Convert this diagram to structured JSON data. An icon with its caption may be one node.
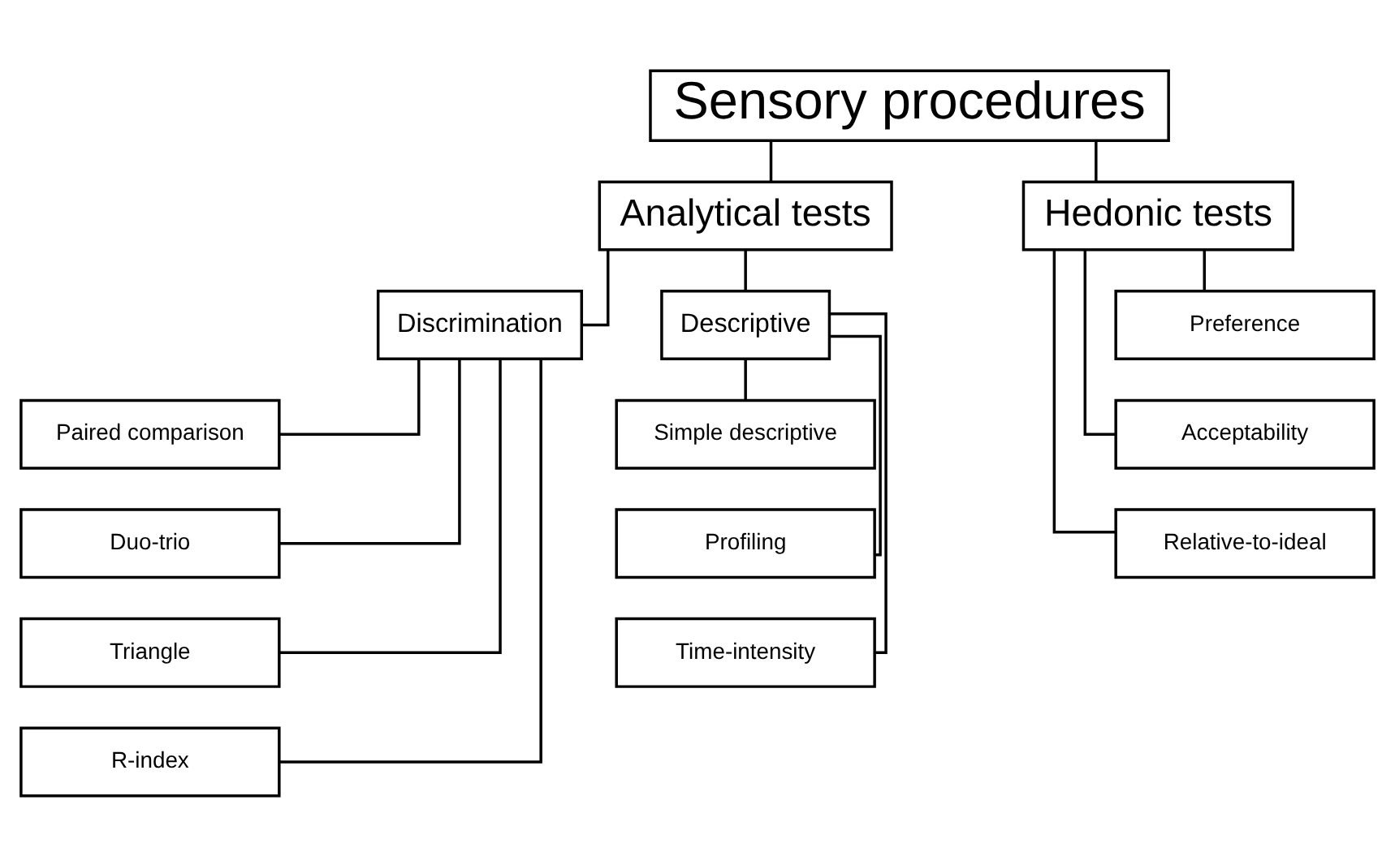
{
  "diagram": {
    "nodes": [
      {
        "text": [
          "Sensory procedures"
        ]
      },
      {
        "text": [
          "Analytical tests"
        ]
      },
      {
        "text": [
          "Hedonic tests"
        ]
      },
      {
        "text": [
          "Discrimination"
        ]
      },
      {
        "text": [
          "Descriptive"
        ]
      },
      {
        "text": [
          "Paired comparison"
        ]
      },
      {
        "text": [
          "Duo-trio"
        ]
      },
      {
        "text": [
          "Triangle"
        ]
      },
      {
        "text": [
          "R-index"
        ]
      },
      {
        "text": [
          "Simple descriptive"
        ]
      },
      {
        "text": [
          "Profiling"
        ]
      },
      {
        "text": [
          "Time-intensity"
        ]
      },
      {
        "text": [
          "Preference"
        ]
      },
      {
        "text": [
          "Acceptability"
        ]
      },
      {
        "text": [
          "Relative-to-ideal"
        ]
      }
    ],
    "edges": [
      {
        "from": 0,
        "to": 1,
        "arrow": "none"
      },
      {
        "from": 0,
        "to": 2,
        "arrow": "none"
      },
      {
        "from": 1,
        "to": 3,
        "arrow": "none"
      },
      {
        "from": 1,
        "to": 4,
        "arrow": "none"
      },
      {
        "from": 3,
        "to": 5,
        "arrow": "none"
      },
      {
        "from": 3,
        "to": 6,
        "arrow": "none"
      },
      {
        "from": 3,
        "to": 7,
        "arrow": "none"
      },
      {
        "from": 3,
        "to": 8,
        "arrow": "none"
      },
      {
        "from": 4,
        "to": 9,
        "arrow": "none"
      },
      {
        "from": 4,
        "to": 10,
        "arrow": "none"
      },
      {
        "from": 4,
        "to": 11,
        "arrow": "none"
      },
      {
        "from": 2,
        "to": 12,
        "arrow": "none"
      },
      {
        "from": 2,
        "to": 13,
        "arrow": "none"
      },
      {
        "from": 2,
        "to": 14,
        "arrow": "none"
      }
    ]
  }
}
